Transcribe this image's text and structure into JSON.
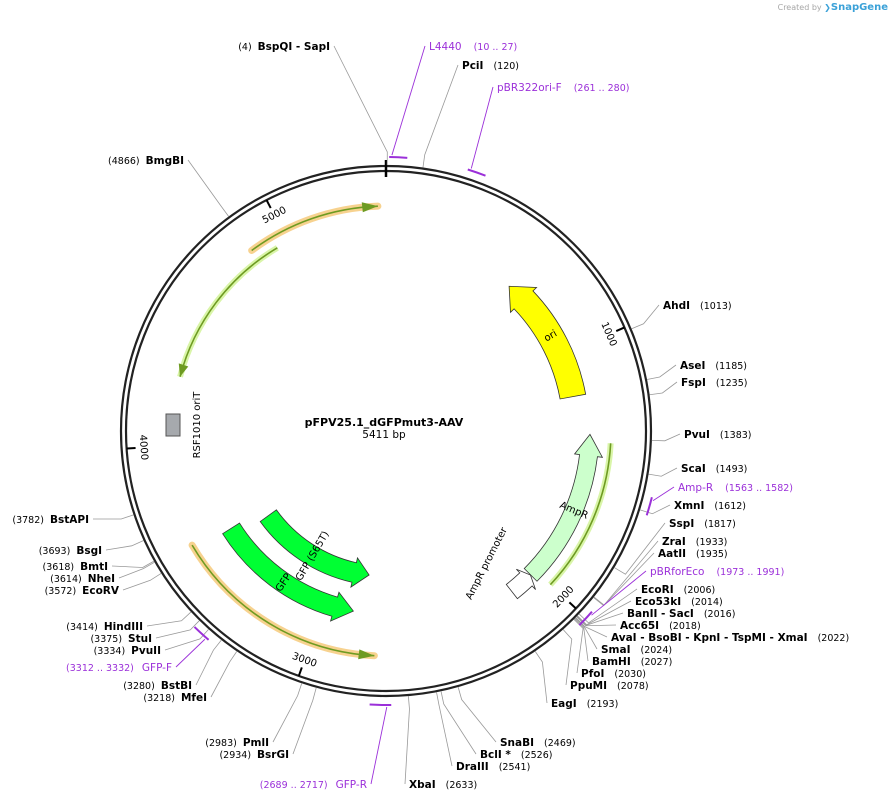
{
  "branding": {
    "prefix": "Created by",
    "name": "SnapGene"
  },
  "plasmid": {
    "name": "pFPV25.1_dGFPmut3-AAV",
    "length_label": "5411 bp",
    "length": 5411
  },
  "ticks": [
    {
      "label": "1000",
      "pos": 1000
    },
    {
      "label": "2000",
      "pos": 2000
    },
    {
      "label": "3000",
      "pos": 3000
    },
    {
      "label": "4000",
      "pos": 4000
    },
    {
      "label": "5000",
      "pos": 5000
    }
  ],
  "features": [
    {
      "name": "ori",
      "start": 607,
      "end": 1196,
      "dir": "-",
      "color": "#ffff00",
      "ring": 0
    },
    {
      "name": "AmpR",
      "start": 1367,
      "end": 2027,
      "dir": "-",
      "color": "#ccffcc",
      "ring": 1
    },
    {
      "name": "AmpR promoter",
      "start": 2028,
      "end": 2133,
      "dir": "-",
      "color": "#ffffff",
      "ring": 1
    },
    {
      "name": "GFP (S65T)",
      "start": 2806,
      "end": 3521,
      "dir": "-",
      "color": "#00ff33",
      "ring": 3
    },
    {
      "name": "GFP",
      "start": 2860,
      "end": 3575,
      "dir": "-",
      "color": "#00ff33",
      "ring": 2
    }
  ],
  "orfs": [
    {
      "start": 4860,
      "end": 5380,
      "dir": "+",
      "label": ""
    },
    {
      "start": 2750,
      "end": 3600,
      "dir": "-",
      "label": ""
    }
  ],
  "orit": {
    "name": "RSF1010 oriT"
  },
  "sites": [
    {
      "label": "BspQI  - SapI",
      "pos_label": "(4)",
      "pos": 4
    },
    {
      "label": "PciI",
      "pos_label": "(120)",
      "pos": 120
    },
    {
      "label": "AhdI",
      "pos_label": "(1013)",
      "pos": 1013
    },
    {
      "label": "AseI",
      "pos_label": "(1185)",
      "pos": 1185
    },
    {
      "label": "FspI",
      "pos_label": "(1235)",
      "pos": 1235
    },
    {
      "label": "PvuI",
      "pos_label": "(1383)",
      "pos": 1383
    },
    {
      "label": "ScaI",
      "pos_label": "(1493)",
      "pos": 1493
    },
    {
      "label": "XmnI",
      "pos_label": "(1612)",
      "pos": 1612
    },
    {
      "label": "SspI",
      "pos_label": "(1817)",
      "pos": 1817
    },
    {
      "label": "ZraI",
      "pos_label": "(1933)",
      "pos": 1933
    },
    {
      "label": "AatII",
      "pos_label": "(1935)",
      "pos": 1935
    },
    {
      "label": "EcoRI",
      "pos_label": "(2006)",
      "pos": 2006
    },
    {
      "label": "Eco53kI",
      "pos_label": "(2014)",
      "pos": 2014
    },
    {
      "label": "BanII  - SacI",
      "pos_label": "(2016)",
      "pos": 2016
    },
    {
      "label": "Acc65I",
      "pos_label": "(2018)",
      "pos": 2018
    },
    {
      "label": "AvaI  - BsoBI  - KpnI  - TspMI  - XmaI",
      "pos_label": "(2022)",
      "pos": 2022
    },
    {
      "label": "SmaI",
      "pos_label": "(2024)",
      "pos": 2024
    },
    {
      "label": "BamHI",
      "pos_label": "(2027)",
      "pos": 2027
    },
    {
      "label": "PfoI",
      "pos_label": "(2030)",
      "pos": 2030
    },
    {
      "label": "PpuMI",
      "pos_label": "(2078)",
      "pos": 2078
    },
    {
      "label": "EagI",
      "pos_label": "(2193)",
      "pos": 2193
    },
    {
      "label": "SnaBI",
      "pos_label": "(2469)",
      "pos": 2469
    },
    {
      "label": "BclI *",
      "pos_label": "(2526)",
      "pos": 2526
    },
    {
      "label": "DraIII",
      "pos_label": "(2541)",
      "pos": 2541
    },
    {
      "label": "XbaI",
      "pos_label": "(2633)",
      "pos": 2633
    },
    {
      "label": "BsrGI",
      "pos_label": "(2934)",
      "pos": 2934
    },
    {
      "label": "PmlI",
      "pos_label": "(2983)",
      "pos": 2983
    },
    {
      "label": "MfeI",
      "pos_label": "(3218)",
      "pos": 3218
    },
    {
      "label": "BstBI",
      "pos_label": "(3280)",
      "pos": 3280
    },
    {
      "label": "PvuII",
      "pos_label": "(3334)",
      "pos": 3334
    },
    {
      "label": "StuI",
      "pos_label": "(3375)",
      "pos": 3375
    },
    {
      "label": "HindIII",
      "pos_label": "(3414)",
      "pos": 3414
    },
    {
      "label": "EcoRV",
      "pos_label": "(3572)",
      "pos": 3572
    },
    {
      "label": "NheI",
      "pos_label": "(3614)",
      "pos": 3614
    },
    {
      "label": "BmtI",
      "pos_label": "(3618)",
      "pos": 3618
    },
    {
      "label": "BsgI",
      "pos_label": "(3693)",
      "pos": 3693
    },
    {
      "label": "BstAPI",
      "pos_label": "(3782)",
      "pos": 3782
    },
    {
      "label": "BmgBI",
      "pos_label": "(4866)",
      "pos": 4866
    }
  ],
  "primers": [
    {
      "label": "L4440",
      "pos_label": "(10 .. 27)",
      "start": 10,
      "end": 27
    },
    {
      "label": "pBR322ori-F",
      "pos_label": "(261 .. 280)",
      "start": 261,
      "end": 280
    },
    {
      "label": "Amp-R",
      "pos_label": "(1563 .. 1582)",
      "start": 1563,
      "end": 1582
    },
    {
      "label": "pBRforEco",
      "pos_label": "(1973 .. 1991)",
      "start": 1973,
      "end": 1991
    },
    {
      "label": "GFP-R",
      "pos_label": "(2689 .. 2717)",
      "start": 2689,
      "end": 2717
    },
    {
      "label": "GFP-F",
      "pos_label": "(3312 .. 3332)",
      "start": 3312,
      "end": 3332
    }
  ],
  "colors": {
    "primer": "#9b30d9",
    "orf_glow": "#f7d28f",
    "orf_line": "#6e9b22",
    "backbone": "#222222"
  }
}
